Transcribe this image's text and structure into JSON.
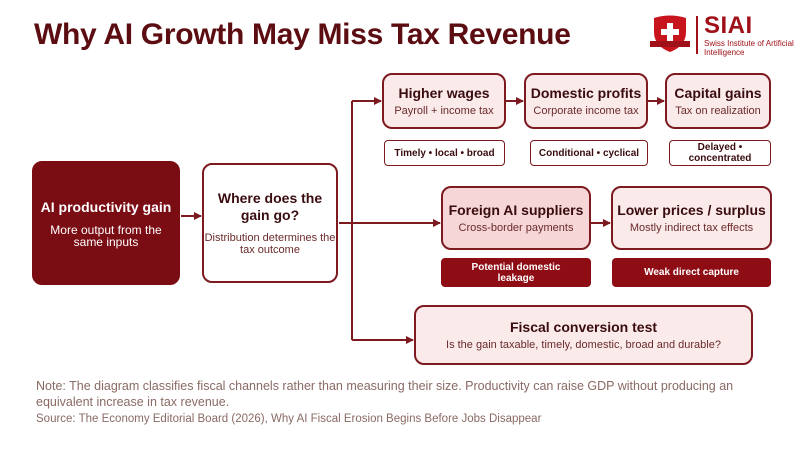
{
  "title": "Why AI Growth May Miss Tax Revenue",
  "logo": {
    "name": "SIAI",
    "subtitle": "Swiss Institute of Artificial Intelligence",
    "badge_icon": "swiss-cross-shield-icon"
  },
  "nodes": {
    "start": {
      "heading": "AI productivity gain",
      "sub": "More output from the same inputs"
    },
    "where": {
      "heading": "Where does the gain go?",
      "sub": "Distribution determines the tax outcome"
    },
    "wages": {
      "heading": "Higher wages",
      "sub": "Payroll + income tax",
      "tag": "Timely • local • broad"
    },
    "profits": {
      "heading": "Domestic profits",
      "sub": "Corporate income tax",
      "tag": "Conditional • cyclical"
    },
    "capital": {
      "heading": "Capital gains",
      "sub": "Tax on realization",
      "tag": "Delayed • concentrated"
    },
    "foreign": {
      "heading": "Foreign AI suppliers",
      "sub": "Cross-border payments",
      "tag": "Potential domestic leakage"
    },
    "prices": {
      "heading": "Lower prices / surplus",
      "sub": "Mostly indirect tax effects",
      "tag": "Weak direct capture"
    },
    "fiscal": {
      "heading": "Fiscal conversion test",
      "sub": "Is the gain taxable, timely, domestic, broad and durable?"
    }
  },
  "note": "Note: The diagram classifies fiscal channels rather than measuring their size. Productivity can raise GDP without producing an equivalent increase in tax revenue.",
  "source": "Source: The Economy Editorial Board (2026), Why AI Fiscal Erosion Begins Before Jobs Disappear",
  "colors": {
    "brand": "#7a0c13",
    "accent": "#a01018",
    "pink": "#fbeaea",
    "mid_pink": "#f6d6d6",
    "note": "#8a6a64"
  }
}
